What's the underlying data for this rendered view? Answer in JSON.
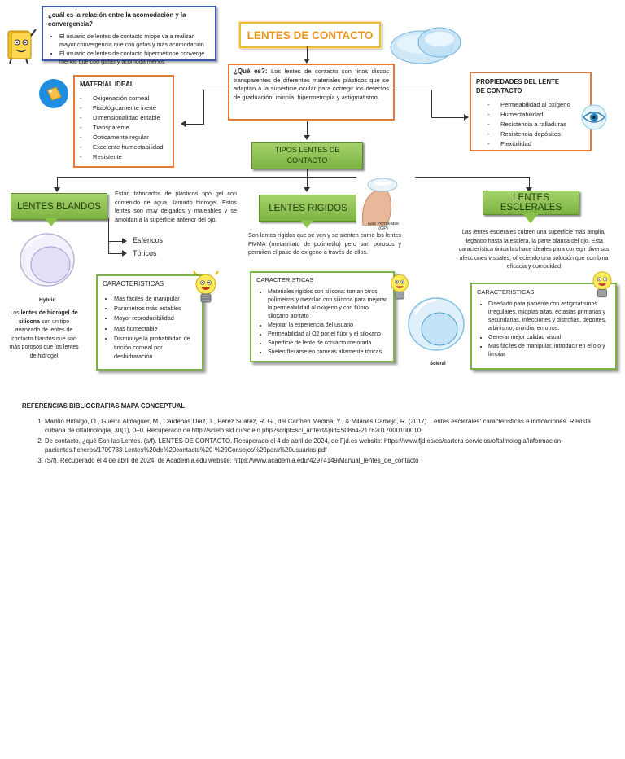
{
  "question": {
    "title": "¿cuál es la relación entre la acomodación y la convergencia?",
    "items": [
      "El usuario de lentes de contacto miope va a realizar mayor convergencia que con gafas y más acomodación",
      "El usuario de lentes de contacto hipermétrope converge menos que con gafas y acomoda menos"
    ]
  },
  "main_title": "LENTES DE CONTACTO",
  "definition": {
    "label": "¿Qué es?:",
    "text": "Los lentes de contacto son finos discos transparentes de diferentes materiales plásticos que se adaptan a la superficie ocular para corregir los defectos de graduación: miopía, hipermetropía y astigmatismo."
  },
  "material": {
    "title": "MATERIAL IDEAL",
    "items": [
      "Oxigenación corneal",
      "Fisiológicamente inerte",
      "Dimensionalidad estable",
      "Transparente",
      "Ópticamente regular",
      "Excelente humectabilidad",
      "Resistente"
    ]
  },
  "properties": {
    "title": "PROPIEDADES DEL LENTE DE CONTACTO",
    "items": [
      "Permeabilidad al oxígeno",
      "Humectabilidad",
      "Resistencia a ralladuras",
      "Resistencia depósitos",
      "Flexibilidad"
    ]
  },
  "types_label": "TIPOS LENTES DE CONTACTO",
  "soft": {
    "label": "LENTES BLANDOS",
    "description": "Están fabricados de plásticos tipo gel con contenido de agua, llamado hidrogel. Estos lentes son muy delgados y maleables y se amoldan a la superficie anterior del ojo.",
    "subtypes": [
      "Esféricos",
      "Tóricos"
    ],
    "image_label": "Hybrid",
    "note_prefix": "Los",
    "note_bold": "lentes de hidrogel de silicona",
    "note_rest": "son un tipo avanzado de lentes de contacto blandos que son más porosos que los lentes de hidrogel",
    "features_title": "CARACTERISTICAS",
    "features": [
      "Mas fáciles de manipular",
      "Parámetros más estables",
      "Mayor reproducibilidad",
      "Mas humectable",
      "Disminuye la probabilidad de tinción corneal por deshidratación"
    ]
  },
  "rigid": {
    "label": "LENTES RIGIDOS",
    "image_label": "Gas Permeable (GP)",
    "description": "Son lentes rígidos que se ven y se sienten como los lentes PMMA (metacrilato de polimetilo) pero son porosos y permiten el paso de oxígeno a través de ellos.",
    "features_title": "CARACTERISTICAS",
    "features": [
      "Materiales rígidos con silicona: toman otros polímetros y mezclan con silicona para mejorar la permeabilidad al oxígeno y con flúoro siloxano acritato",
      "Mejorar la experiencia del usuario",
      "Permeabilidad al O2 por el flúor y el siloxano",
      "Superficie de lente de contacto mejorada",
      "Suelen flexarse en corneas altamente tóricas"
    ]
  },
  "scleral": {
    "label": "LENTES ESCLERALES",
    "description": "Las lentes esclerales cubren una superficie más amplia, llegando hasta la esclera, la parte blanca del ojo. Esta característica única las hace ideales para corregir diversas afecciones visuales, ofreciendo una solución que combina eficacia y comodidad",
    "image_label": "Scleral",
    "features_title": "CARACTERISTICAS",
    "features": [
      "Diseñado para paciente con astigmatismos irregulares, miopías altas, ectasias primarias y secundarias, infecciones y distrofias, deportes, albinismo, aniridia, en otros.",
      "Generar mejor calidad visual",
      "Mas fáciles de manipular, introducir en el ojo y limpiar"
    ]
  },
  "references": {
    "title": "REFERENCIAS BIBLIOGRAFIAS MAPA CONCEPTUAL",
    "items": [
      "Mariño Hidalgo, O., Guerra Almaguer, M., Cárdenas Díaz, T., Pérez Suárez, R. G., del Carmen Medina, Y., & Milanés Camejo, R. (2017). Lentes esclerales: características e indicaciones. Revista cubana de oftalmología, 30(1), 0–0. Recuperado de http://scielo.sld.cu/scielo.php?script=sci_arttext&pid=S0864-21762017000100010",
      "De contacto, ¿qué Son las Lentes. (s/f). LENTES DE CONTACTO. Recuperado el 4 de abril de 2024, de Fjd.es website: https://www.fjd.es/es/cartera-servicios/oftalmologia/informacion-pacientes.ficheros/1709733-Lentes%20de%20contacto%20-%20Consejos%20para%20usuarios.pdf",
      "(S/f). Recuperado el 4 de abril de 2024, de Academia.edu website: https://www.academia.edu/42974149/Manual_lentes_de_contacto"
    ]
  },
  "colors": {
    "orange_border": "#e07b3c",
    "green": "#7cb342",
    "blue_border": "#3b5bb0",
    "title_orange": "#e8961e"
  },
  "icons": [
    "book-icon",
    "tag-badge-icon",
    "eye-icon",
    "lightbulb-icon",
    "contact-lens-icon"
  ]
}
